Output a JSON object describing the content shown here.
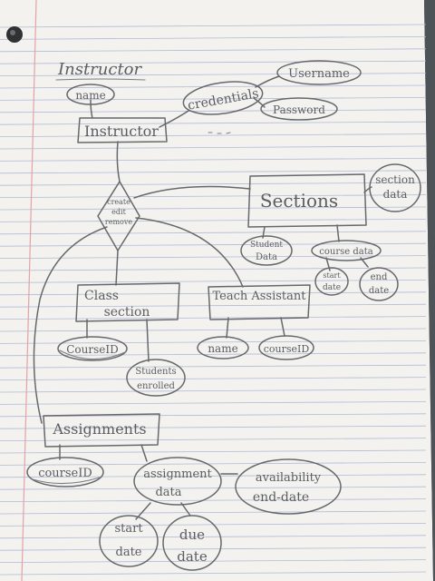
{
  "diagram": {
    "title": "Instructor",
    "entities": {
      "instructor": "Instructor",
      "sections": "Sections",
      "class_section": [
        "Class",
        "section"
      ],
      "teach_assistant": "Teach Assistant",
      "assignments": "Assignments"
    },
    "relationship": [
      "create",
      "edit",
      "remove"
    ],
    "attributes": {
      "name": "name",
      "credentials": "credentials",
      "username": "Username",
      "password": "Password",
      "section_data": [
        "section",
        "data"
      ],
      "student_data": [
        "Student",
        "Data"
      ],
      "course_data": "course data",
      "start_date_1": [
        "start",
        "date"
      ],
      "end_date": [
        "end",
        "date"
      ],
      "course_id_1": "CourseID",
      "students_enrolled": [
        "Students",
        "enrolled"
      ],
      "ta_name": "name",
      "course_id_2": "courseID",
      "course_id_3": "courseID",
      "assignment_data": [
        "assignment",
        "data"
      ],
      "availability": [
        "availability",
        "end-date"
      ],
      "start_date_2": [
        "start",
        "date"
      ],
      "due_date": [
        "due",
        "date"
      ]
    }
  },
  "colors": {
    "paper": "#f4f3ef",
    "rule_line": "#aebbd6",
    "margin_line": "#e0a0a6",
    "pencil": "#5b5d63"
  }
}
